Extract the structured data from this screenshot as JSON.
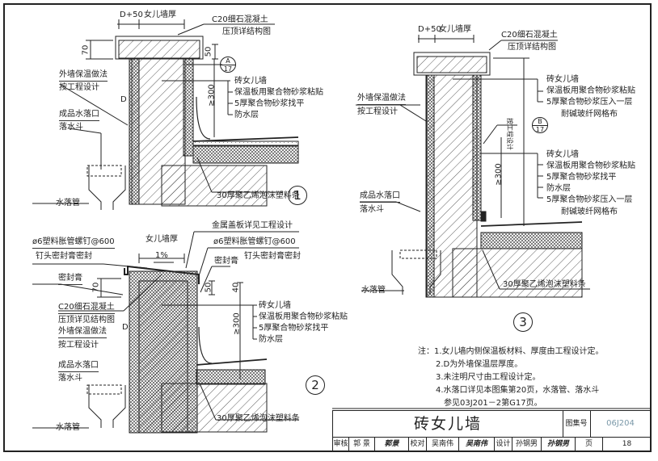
{
  "drawing": {
    "detail1": {
      "number": "1",
      "dim_top_left": "D+50",
      "dim_top_right": "女儿墙厚",
      "dim_70": "70",
      "dim_50": "50",
      "dim_300": "≥300",
      "dim_D": "D",
      "coping_label_1": "C20细石混凝土",
      "coping_label_2": "压顶详结构图",
      "ref_top": "A",
      "ref_bottom": "17",
      "ext_insul_1": "外墙保温做法",
      "ext_insul_2": "按工程设计",
      "outlet_1": "成品水落口",
      "outlet_2": "落水斗",
      "downpipe": "水落管",
      "layers": [
        "砖女儿墙",
        "保温板用聚合物砂浆粘贴",
        "5厚聚合物砂浆找平",
        "防水层"
      ],
      "foam_strip": "30厚聚乙烯泡沫塑料条"
    },
    "detail2": {
      "number": "2",
      "anchor_1": "ø6塑料胀管螺钉@600",
      "anchor_2": "钉头密封膏密封",
      "wall_thickness": "女儿墙厚",
      "slope": "1%",
      "sealant": "密封膏",
      "dim_70": "70",
      "dim_50": "50",
      "dim_40": "40",
      "dim_300": "≥300",
      "dim_D": "D",
      "coping_label_1": "C20细石混凝土",
      "coping_label_2": "压顶详见结构图",
      "metal_cap": "金属盖板详见工程设计",
      "anchor_r_1": "ø6塑料胀管螺钉@600",
      "anchor_r_2": "钉头密封膏密封",
      "sealant_r": "密封膏",
      "ext_insul_1": "外墙保温做法",
      "ext_insul_2": "按工程设计",
      "outlet_1": "成品水落口",
      "outlet_2": "落水斗",
      "downpipe": "水落管",
      "layers": [
        "砖女儿墙",
        "保温板用聚合物砂浆粘贴",
        "5厚聚合物砂浆找平",
        "防水层"
      ],
      "foam_strip": "30厚聚乙烯泡沫塑料条"
    },
    "detail3": {
      "number": "3",
      "dim_top_left": "D+50",
      "dim_top_right": "女儿墙厚",
      "dim_300": "≥300",
      "dim_project": "按工程设计",
      "coping_label_1": "C20细石混凝土",
      "coping_label_2": "压顶详结构图",
      "ref_top": "B",
      "ref_bottom": "17",
      "ext_insul_1": "外墙保温做法",
      "ext_insul_2": "按工程设计",
      "outlet_1": "成品水落口",
      "outlet_2": "落水斗",
      "downpipe": "水落管",
      "layers_upper": [
        "砖女儿墙",
        "保温板用聚合物砂浆粘贴",
        "5厚聚合物砂浆压入一层",
        "耐碱玻纤网格布"
      ],
      "layers_lower": [
        "砖女儿墙",
        "保温板用聚合物砂浆粘贴",
        "5厚聚合物砂浆找平",
        "防水层",
        "5厚聚合物砂浆压入一层",
        "耐碱玻纤网格布"
      ],
      "foam_strip": "30厚聚乙烯泡沫塑料条"
    }
  },
  "notes": {
    "prefix": "注：",
    "items": [
      "1.女儿墙内侧保温板材料、厚度由工程设计定。",
      "2.D为外墙保温层厚度。",
      "3.未注明尺寸由工程设计定。",
      "4.水落口详见本图集第20页，水落管、落水斗",
      "参见03J201－2第G17页。"
    ]
  },
  "title_block": {
    "title": "砖女儿墙",
    "set_label": "图集号",
    "set_value": "06J204",
    "review_label": "审核",
    "review_name": "郭 景",
    "review_sig": "郭景",
    "check_label": "校对",
    "check_name": "吴南伟",
    "check_sig": "吴南伟",
    "design_label": "设计",
    "design_name": "孙钢男",
    "design_sig": "孙钢男",
    "page_label": "页",
    "page_value": "18"
  }
}
